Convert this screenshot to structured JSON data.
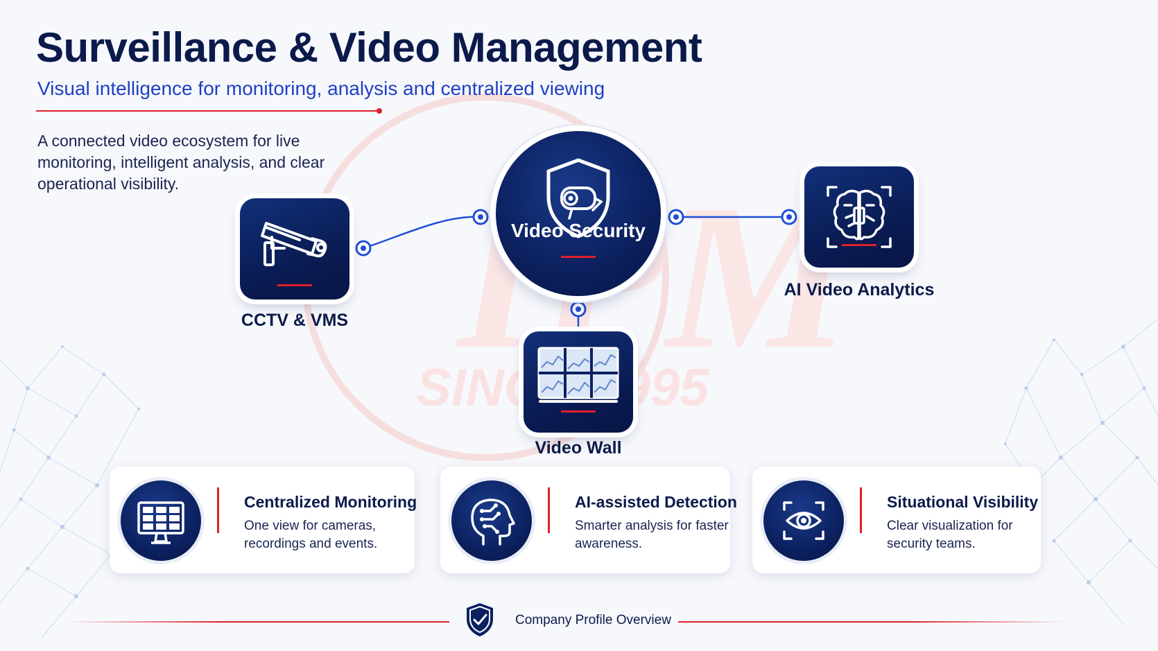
{
  "header": {
    "title": "Surveillance & Video Management",
    "subtitle": "Visual intelligence for monitoring, analysis and centralized viewing"
  },
  "intro": "A connected video ecosystem for live monitoring, intelligent analysis, and clear operational visibility.",
  "watermark": {
    "logo_text": "IPM",
    "since_text": "SINCE 1995"
  },
  "diagram": {
    "center": {
      "label": "Video Security",
      "icon": "shield-camera-icon"
    },
    "nodes": [
      {
        "label": "CCTV & VMS",
        "icon": "cctv-camera-icon"
      },
      {
        "label": "AI Video Analytics",
        "icon": "ai-brain-chip-icon"
      },
      {
        "label": "Video Wall",
        "icon": "video-wall-icon"
      }
    ]
  },
  "cards": [
    {
      "title": "Centralized Monitoring",
      "description": "One view for cameras, recordings and events.",
      "icon": "monitor-grid-icon"
    },
    {
      "title": "AI-assisted Detection",
      "description": "Smarter analysis for faster awareness.",
      "icon": "ai-head-icon"
    },
    {
      "title": "Situational Visibility",
      "description": "Clear visualization for security teams.",
      "icon": "eye-scan-icon"
    }
  ],
  "footer": {
    "label": "Company Profile Overview",
    "icon": "shield-check-icon"
  },
  "colors": {
    "navy": "#0b1a4a",
    "accent_red": "#e0202a",
    "accent_blue": "#1f3fc4",
    "background": "#f7f8fc"
  }
}
